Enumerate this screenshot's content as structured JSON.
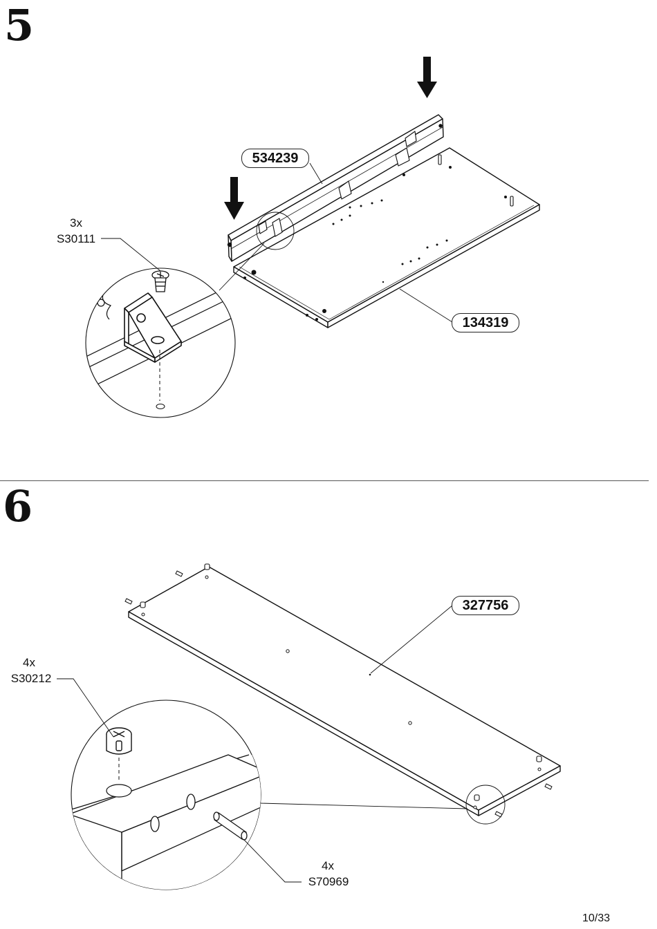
{
  "steps": [
    {
      "number": "5",
      "parts": [
        {
          "code": "534239"
        },
        {
          "code": "134319"
        }
      ],
      "hardware": [
        {
          "qty": "3x",
          "code": "S30111"
        }
      ]
    },
    {
      "number": "6",
      "parts": [
        {
          "code": "327756"
        }
      ],
      "hardware": [
        {
          "qty": "4x",
          "code": "S30212"
        },
        {
          "qty": "4x",
          "code": "S70969"
        }
      ]
    }
  ],
  "page": "10/33"
}
